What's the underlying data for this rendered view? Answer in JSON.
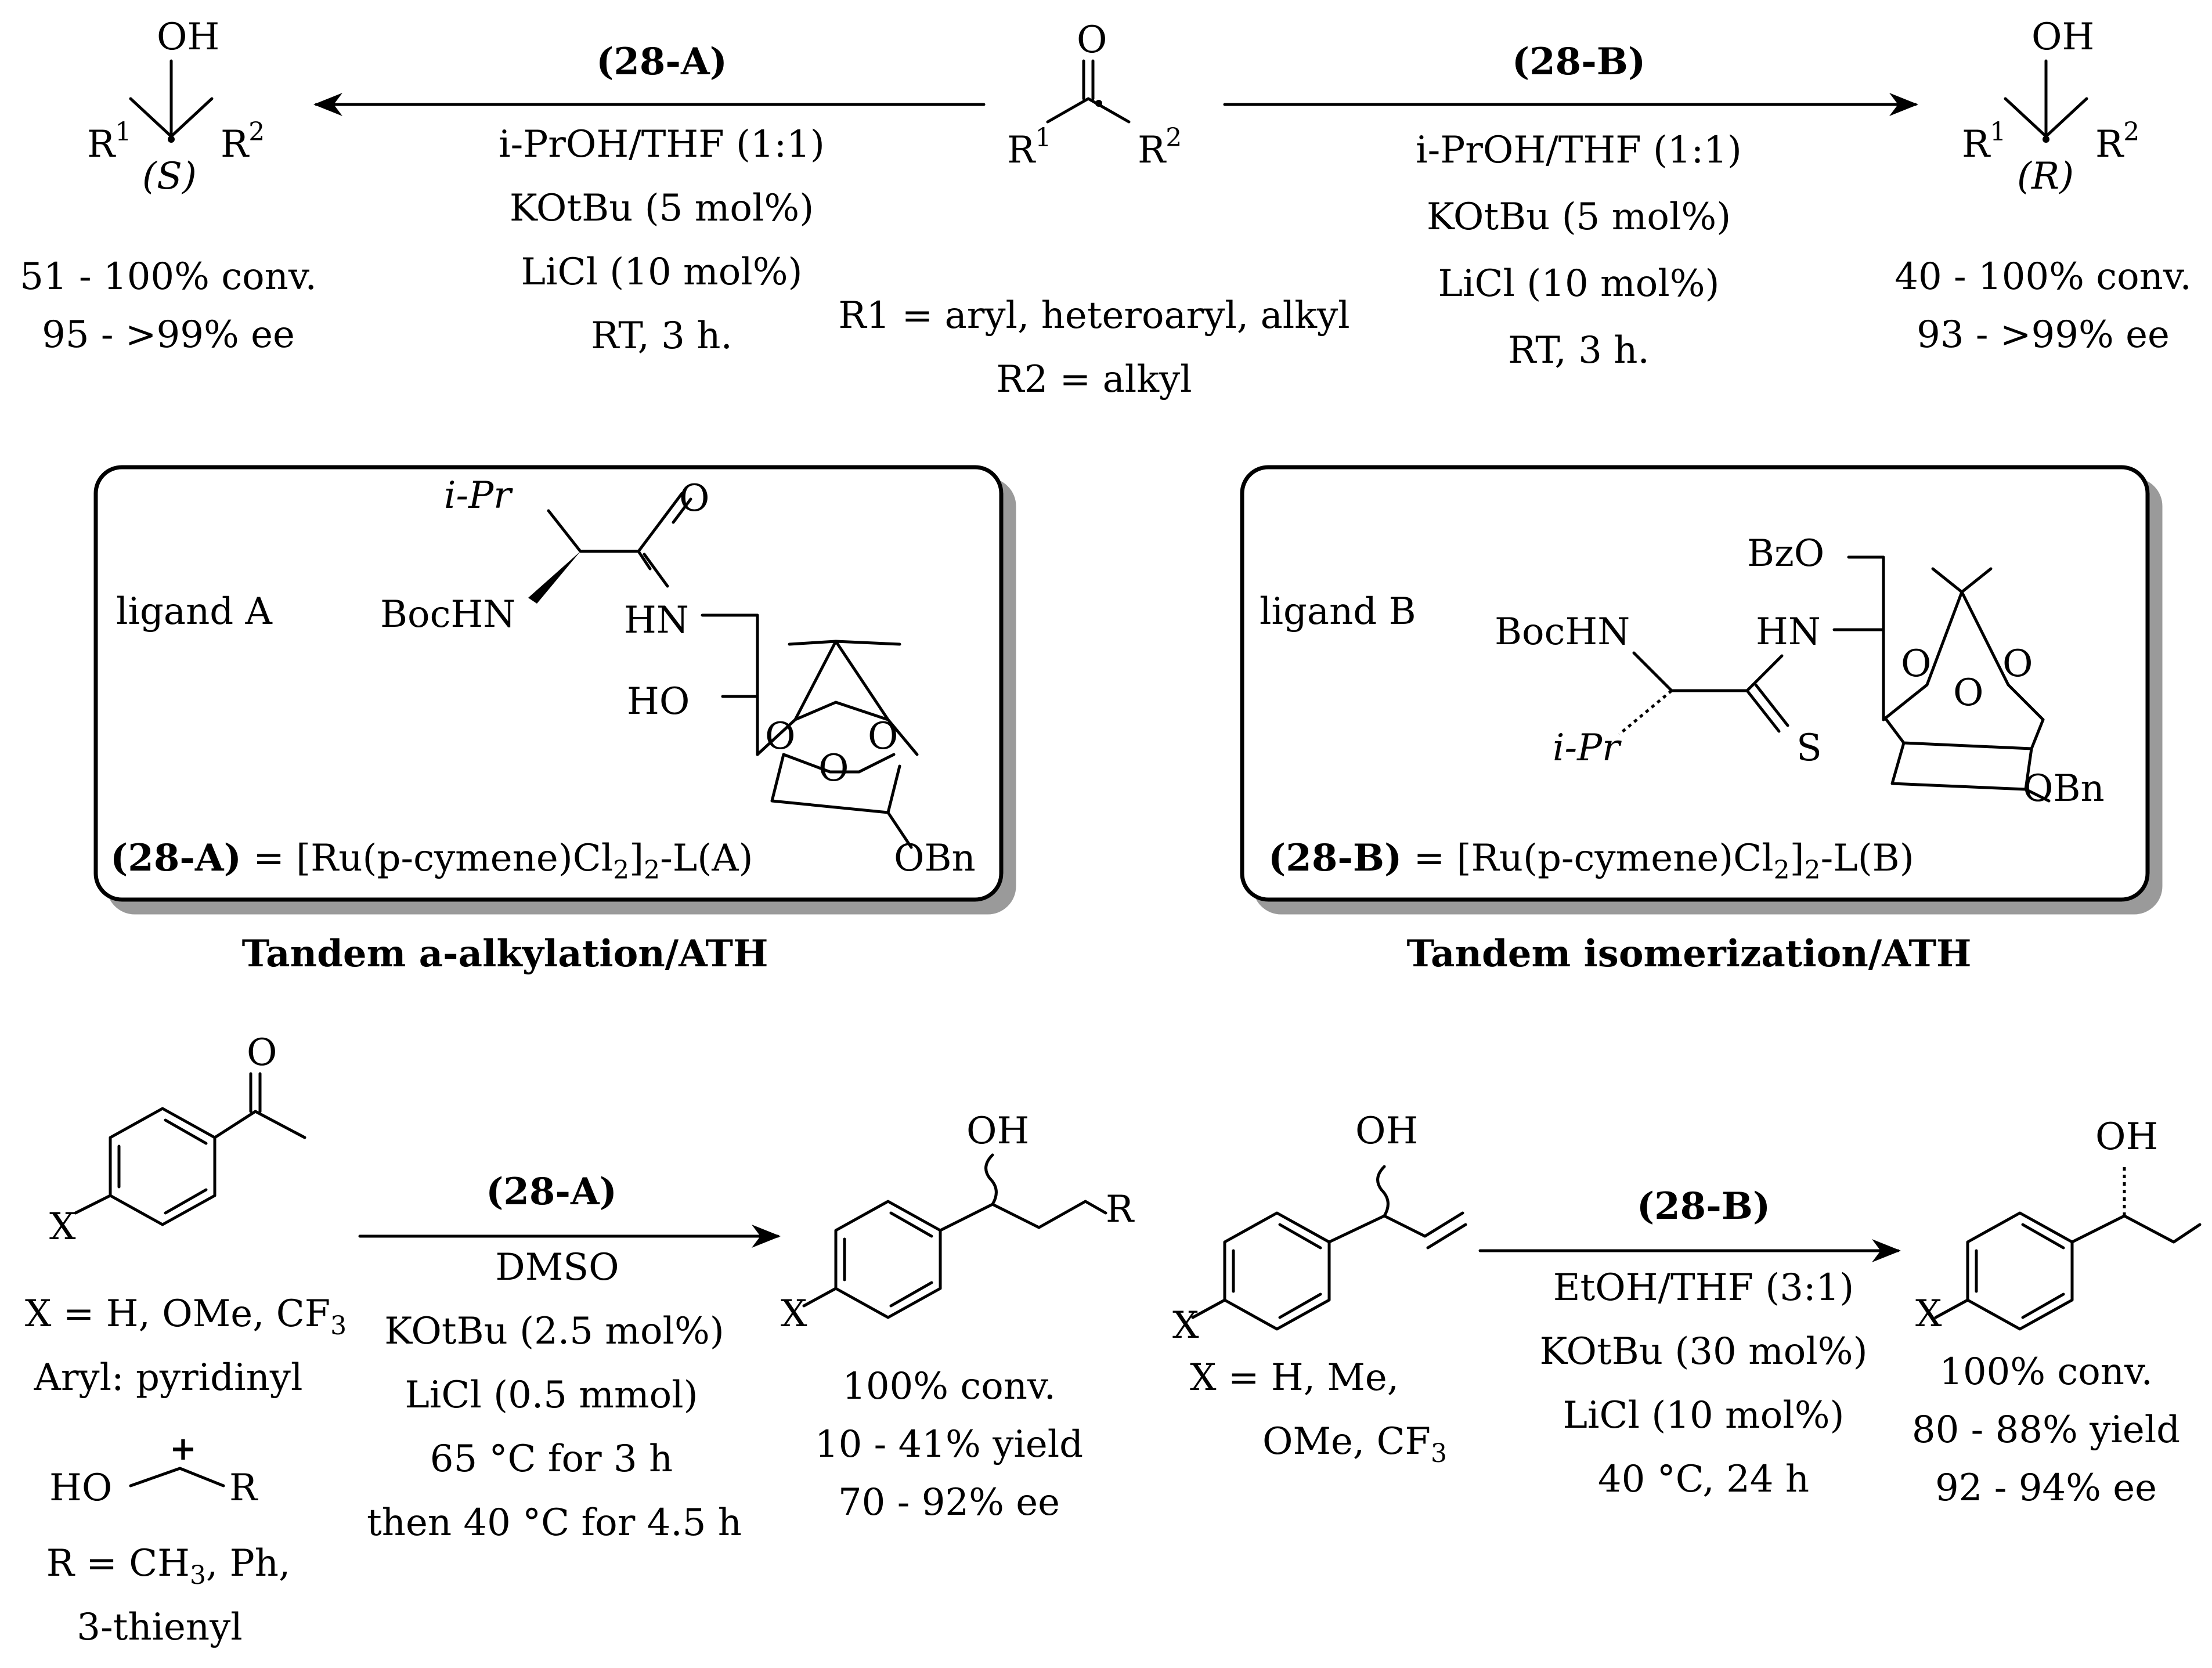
{
  "top": {
    "left_arrow": {
      "catalyst": "(28-A)",
      "conditions": [
        "i-PrOH/THF (1:1)",
        "KOtBu (5 mol%)",
        "LiCl (10 mol%)",
        "RT, 3 h."
      ],
      "product": {
        "oh": "OH",
        "r1": "R",
        "r1_sup": "1",
        "r2": "R",
        "r2_sup": "2",
        "stereo": "(S)"
      },
      "results": [
        "51 - 100% conv.",
        "95 - >99% ee"
      ]
    },
    "right_arrow": {
      "catalyst": "(28-B)",
      "conditions": [
        "i-PrOH/THF (1:1)",
        "KOtBu (5 mol%)",
        "LiCl (10 mol%)",
        "RT, 3 h."
      ],
      "product": {
        "oh": "OH",
        "r1": "R",
        "r1_sup": "1",
        "r2": "R",
        "r2_sup": "2",
        "stereo": "(R)"
      },
      "results": [
        "40 - 100% conv.",
        "93 - >99% ee"
      ]
    },
    "substrate": {
      "o": "O",
      "r1": "R",
      "r1_sup": "1",
      "r2": "R",
      "r2_sup": "2"
    },
    "definitions": [
      "R1 = aryl, heteroaryl, alkyl",
      "R2 = alkyl"
    ]
  },
  "ligand_a": {
    "label": "ligand A",
    "atoms": {
      "ipr": "i-Pr",
      "o": "O",
      "bochn": "BocHN",
      "hn": "HN",
      "ho": "HO",
      "o1": "O",
      "o2": "O",
      "o3": "O",
      "obn": "OBn"
    },
    "formula": "(28-A) = [Ru(p-cymene)Cl2]2-L(A)",
    "caption": "Tandem a-alkylation/ATH"
  },
  "ligand_b": {
    "label": "ligand B",
    "atoms": {
      "bzo": "BzO",
      "bochn": "BocHN",
      "hn": "HN",
      "ipr": "i-Pr",
      "s": "S",
      "o1": "O",
      "o2": "O",
      "o3": "O",
      "obn": "OBn"
    },
    "formula": "(28-B) = [Ru(p-cymene)Cl2]2-L(B)",
    "caption": "Tandem isomerization/ATH"
  },
  "bottom_left": {
    "ketone": {
      "o": "O",
      "x": "X"
    },
    "substrate_info": [
      "X = H, OMe, CF3",
      "Aryl: pyridinyl"
    ],
    "alcohol": {
      "ho": "HO",
      "r": "R",
      "plus": "+"
    },
    "r_info": [
      "R = CH3, Ph,",
      "3-thienyl"
    ],
    "catalyst": "(28-A)",
    "conditions": [
      "DMSO",
      "KOtBu (2.5 mol%)",
      "LiCl (0.5 mmol)",
      "65 °C for 3 h",
      "then 40 °C for 4.5 h"
    ],
    "product": {
      "oh": "OH",
      "r": "R",
      "x": "X"
    },
    "results": [
      "100% conv.",
      "10 - 41% yield",
      "70 - 92% ee"
    ]
  },
  "bottom_right": {
    "substrate": {
      "oh": "OH",
      "x": "X"
    },
    "substrate_info": [
      "X = H, Me,",
      "OMe, CF3"
    ],
    "catalyst": "(28-B)",
    "conditions": [
      "EtOH/THF (3:1)",
      "KOtBu (30 mol%)",
      "LiCl (10 mol%)",
      "40 °C, 24 h"
    ],
    "product": {
      "oh": "OH",
      "x": "X"
    },
    "results": [
      "100% conv.",
      "80 - 88% yield",
      "92 - 94% ee"
    ]
  }
}
